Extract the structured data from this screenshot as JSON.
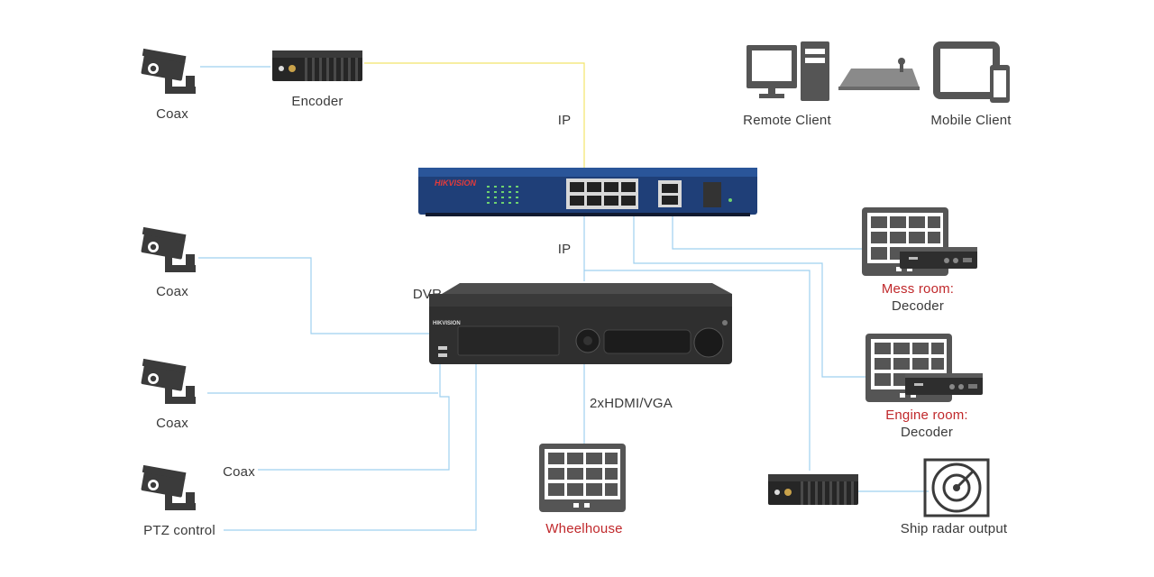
{
  "labels": {
    "coax_1": "Coax",
    "encoder": "Encoder",
    "ip_top": "IP",
    "ip_mid": "IP",
    "remote_client": "Remote Client",
    "mobile_client": "Mobile Client",
    "coax_2": "Coax",
    "dvr": "DVR",
    "coax_3": "Coax",
    "coax_4": "Coax",
    "ptz_control": "PTZ control",
    "hdmi_vga": "2xHDMI/VGA",
    "wheelhouse": "Wheelhouse",
    "mess_room": "Mess room:",
    "mess_room_role": "Decoder",
    "engine_room": "Engine room:",
    "engine_room_role": "Decoder",
    "ship_radar": "Ship radar output"
  },
  "device_text": {
    "switch_brand": "HIKVISION",
    "dvr_brand": "HIKVISION"
  },
  "colors": {
    "ip_line": "#f2e46a",
    "cable_line": "#9fd0ef",
    "accent_red": "#c0282b",
    "icon_dark": "#3b3b3b",
    "switch_blue": "#1e3f7a"
  }
}
